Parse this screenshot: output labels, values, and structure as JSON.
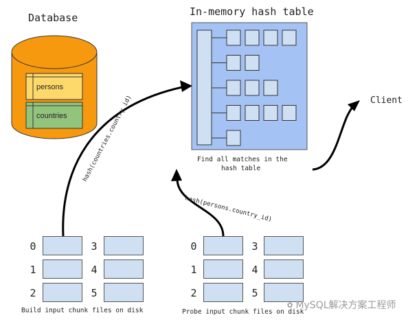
{
  "database": {
    "title": "Database",
    "tables": [
      {
        "label": "persons",
        "color": "#fdd96b"
      },
      {
        "label": "countries",
        "color": "#93c47d"
      }
    ],
    "color": "#f7990f"
  },
  "hash_table": {
    "title": "In-memory hash table",
    "caption_line1": "Find all matches in the",
    "caption_line2": "hash table",
    "bucket_chain_lengths": [
      4,
      2,
      3,
      4,
      1
    ],
    "bg_color": "#a4c2f4",
    "cell_color": "#cfe0f3"
  },
  "client": {
    "label": "Client"
  },
  "build_arrow": {
    "label": "hash(countries.country_id)"
  },
  "probe_arrow": {
    "label": "hash(persons.country_id)"
  },
  "build_chunks": {
    "caption": "Build input chunk files on disk",
    "indices": [
      "0",
      "1",
      "2",
      "3",
      "4",
      "5"
    ]
  },
  "probe_chunks": {
    "caption": "Probe input chunk files on disk",
    "indices": [
      "0",
      "1",
      "2",
      "3",
      "4",
      "5"
    ]
  },
  "watermark": "MySQL解决方案工程师"
}
